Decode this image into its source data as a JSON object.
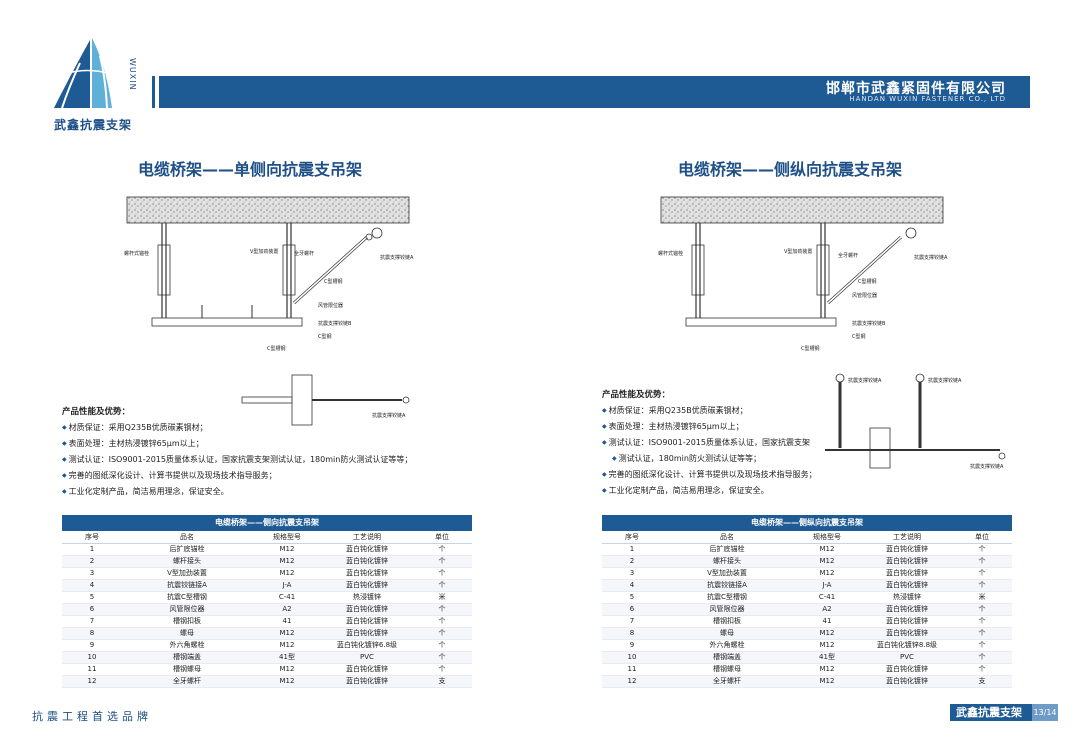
{
  "header": {
    "brand_name": "武鑫抗震支架",
    "brand_vertical": "WUXIN",
    "company_cn": "邯郸市武鑫紧固件有限公司",
    "company_en": "HANDAN WUXIN FASTENER CO., LTD"
  },
  "left": {
    "title": "电缆桥架——单侧向抗震支吊架",
    "labels": {
      "anchor_bolt": "螺杆式锚栓",
      "v_device": "V型加劲装置",
      "rod": "全牙螺杆",
      "seismic_a": "抗震支撑铰链A",
      "c_channel": "C型槽钢",
      "seismic_b": "抗震支撑铰链B",
      "c_steel": "C型钢",
      "pipe_limit": "风管限位器",
      "brace_label": "抗震支撑铰链A"
    }
  },
  "right": {
    "title": "电缆桥架——侧纵向抗震支吊架",
    "labels": {
      "anchor_bolt": "螺杆式锚栓",
      "v_device": "V型加劲装置",
      "rod": "全牙螺杆",
      "seismic_a": "抗震支撑铰链A",
      "c_channel": "C型槽钢",
      "c_steel": "C型钢",
      "seismic_b": "抗震支撑铰链B",
      "pipe_limit": "风管限位器",
      "brace_label": "抗震支撑铰链A"
    }
  },
  "features": {
    "heading": "产品性能及优势：",
    "items": [
      "材质保证：采用Q235B优质碳素钢材；",
      "表面处理：主材热浸镀锌65μm以上；",
      "测试认证：ISO9001-2015质量体系认证，国家抗震支架测试认证，180min防火测试认证等等；",
      "完善的图纸深化设计、计算书提供以及现场技术指导服务；",
      "工业化定制产品，简洁易用理念，保证安全。"
    ],
    "items_right": [
      "材质保证：采用Q235B优质碳素钢材；",
      "表面处理：主材热浸镀锌65μm以上；",
      "测试认证：ISO9001-2015质量体系认证，国家抗震支架",
      "测试认证，180min防火测试认证等等；",
      "完善的图纸深化设计、计算书提供以及现场技术指导服务；",
      "工业化定制产品，简洁易用理念，保证安全。"
    ]
  },
  "table_left": {
    "caption": "电缆桥架——侧向抗震支吊架",
    "headers": [
      "序号",
      "品名",
      "规格型号",
      "工艺说明",
      "单位"
    ],
    "rows": [
      [
        "1",
        "后扩底锚栓",
        "M12",
        "蓝白钝化镀锌",
        "个"
      ],
      [
        "2",
        "螺杆接头",
        "M12",
        "蓝白钝化镀锌",
        "个"
      ],
      [
        "3",
        "V型加劲装置",
        "M12",
        "蓝白钝化镀锌",
        "个"
      ],
      [
        "4",
        "抗震铰链接A",
        "J-A",
        "蓝白钝化镀锌",
        "个"
      ],
      [
        "5",
        "抗震C型槽钢",
        "C-41",
        "热浸镀锌",
        "米"
      ],
      [
        "6",
        "风管限位器",
        "A2",
        "蓝白钝化镀锌",
        "个"
      ],
      [
        "7",
        "槽钢扣板",
        "41",
        "蓝白钝化镀锌",
        "个"
      ],
      [
        "8",
        "螺母",
        "M12",
        "蓝白钝化镀锌",
        "个"
      ],
      [
        "9",
        "外六角螺栓",
        "M12",
        "蓝白钝化镀锌6.8级",
        "个"
      ],
      [
        "10",
        "槽钢端盖",
        "41型",
        "PVC",
        "个"
      ],
      [
        "11",
        "槽钢螺母",
        "M12",
        "蓝白钝化镀锌",
        "个"
      ],
      [
        "12",
        "全牙螺杆",
        "M12",
        "蓝白钝化镀锌",
        "支"
      ]
    ]
  },
  "table_right": {
    "caption": "电缆桥架——侧纵向抗震支吊架",
    "headers": [
      "序号",
      "品名",
      "规格型号",
      "工艺说明",
      "单位"
    ],
    "rows": [
      [
        "1",
        "后扩底锚栓",
        "M12",
        "蓝白钝化镀锌",
        "个"
      ],
      [
        "2",
        "螺杆接头",
        "M12",
        "蓝白钝化镀锌",
        "个"
      ],
      [
        "3",
        "V型加劲装置",
        "M12",
        "蓝白钝化镀锌",
        "个"
      ],
      [
        "4",
        "抗震铰链接A",
        "J-A",
        "蓝白钝化镀锌",
        "个"
      ],
      [
        "5",
        "抗震C型槽钢",
        "C-41",
        "热浸镀锌",
        "米"
      ],
      [
        "6",
        "风管限位器",
        "A2",
        "蓝白钝化镀锌",
        "个"
      ],
      [
        "7",
        "槽钢扣板",
        "41",
        "蓝白钝化镀锌",
        "个"
      ],
      [
        "8",
        "螺母",
        "M12",
        "蓝白钝化镀锌",
        "个"
      ],
      [
        "9",
        "外六角螺栓",
        "M12",
        "蓝白钝化镀锌8.8级",
        "个"
      ],
      [
        "10",
        "槽钢端盖",
        "41型",
        "PVC",
        "个"
      ],
      [
        "11",
        "槽钢螺母",
        "M12",
        "蓝白钝化镀锌",
        "个"
      ],
      [
        "12",
        "全牙螺杆",
        "M12",
        "蓝白钝化镀锌",
        "支"
      ]
    ]
  },
  "footer": {
    "slogan": "抗震工程首选品牌",
    "brand": "武鑫抗震支架",
    "page": "13/14"
  },
  "colors": {
    "primary": "#1e5a93",
    "title": "#1e4f86",
    "logo_light": "#5fb0d8"
  }
}
